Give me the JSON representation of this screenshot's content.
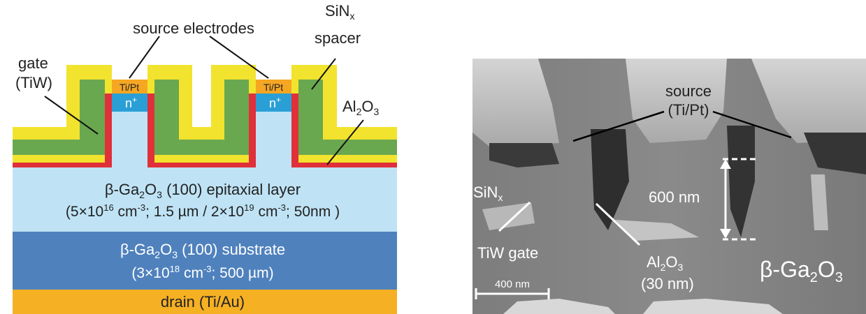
{
  "schematic": {
    "labels": {
      "source_electrodes": "source electrodes",
      "sin_main": "SiN",
      "sin_sub": "x",
      "spacer": "spacer",
      "gate_line1": "gate",
      "gate_line2": "(TiW)",
      "al_main": "Al",
      "al_sub2": "2",
      "al_o": "O",
      "al_sub3": "3",
      "ti_pt_left": "Ti/Pt",
      "ti_pt_right": "Ti/Pt",
      "nplus_left": "n",
      "nplus_right": "n",
      "nplus_sup": "+"
    },
    "epi": {
      "line1_pre": "β-Ga",
      "line1_sub2": "2",
      "line1_o": "O",
      "line1_sub3": "3",
      "line1_post": " (100) epitaxial layer",
      "line2_a": "(5×10",
      "line2_sup1": "16",
      "line2_b": " cm",
      "line2_sup2": "-3",
      "line2_c": "; 1.5 µm / 2×10",
      "line2_sup3": "19",
      "line2_d": " cm",
      "line2_sup4": "-3",
      "line2_e": "; 50nm )"
    },
    "substrate": {
      "line1_pre": "β-Ga",
      "line1_sub2": "2",
      "line1_o": "O",
      "line1_sub3": "3",
      "line1_post": " (100) substrate",
      "line2_a": "(3×10",
      "line2_sup": "18",
      "line2_b": " cm",
      "line2_sup2": "-3",
      "line2_c": "; 500 µm)"
    },
    "drain": "drain (Ti/Au)",
    "colors": {
      "yellow": "#f2e32e",
      "green": "#6aa84f",
      "red": "#e0303a",
      "epi": "#bfe3f5",
      "nplus": "#2a9fd6",
      "tipt": "#f5a623",
      "substrate": "#4f81bd",
      "drain": "#f5b023"
    }
  },
  "sem": {
    "source_line1": "source",
    "source_line2": "(Ti/Pt)",
    "sin_main": "SiN",
    "sin_sub": "x",
    "tiw_gate": "TiW gate",
    "al_main": "Al",
    "al_sub2": "2",
    "al_o": "O",
    "al_sub3": "3",
    "al_thickness": "(30 nm)",
    "height": "600 nm",
    "ga_pre": "β-Ga",
    "ga_sub2": "2",
    "ga_o": "O",
    "ga_sub3": "3",
    "scalebar": "400 nm"
  }
}
